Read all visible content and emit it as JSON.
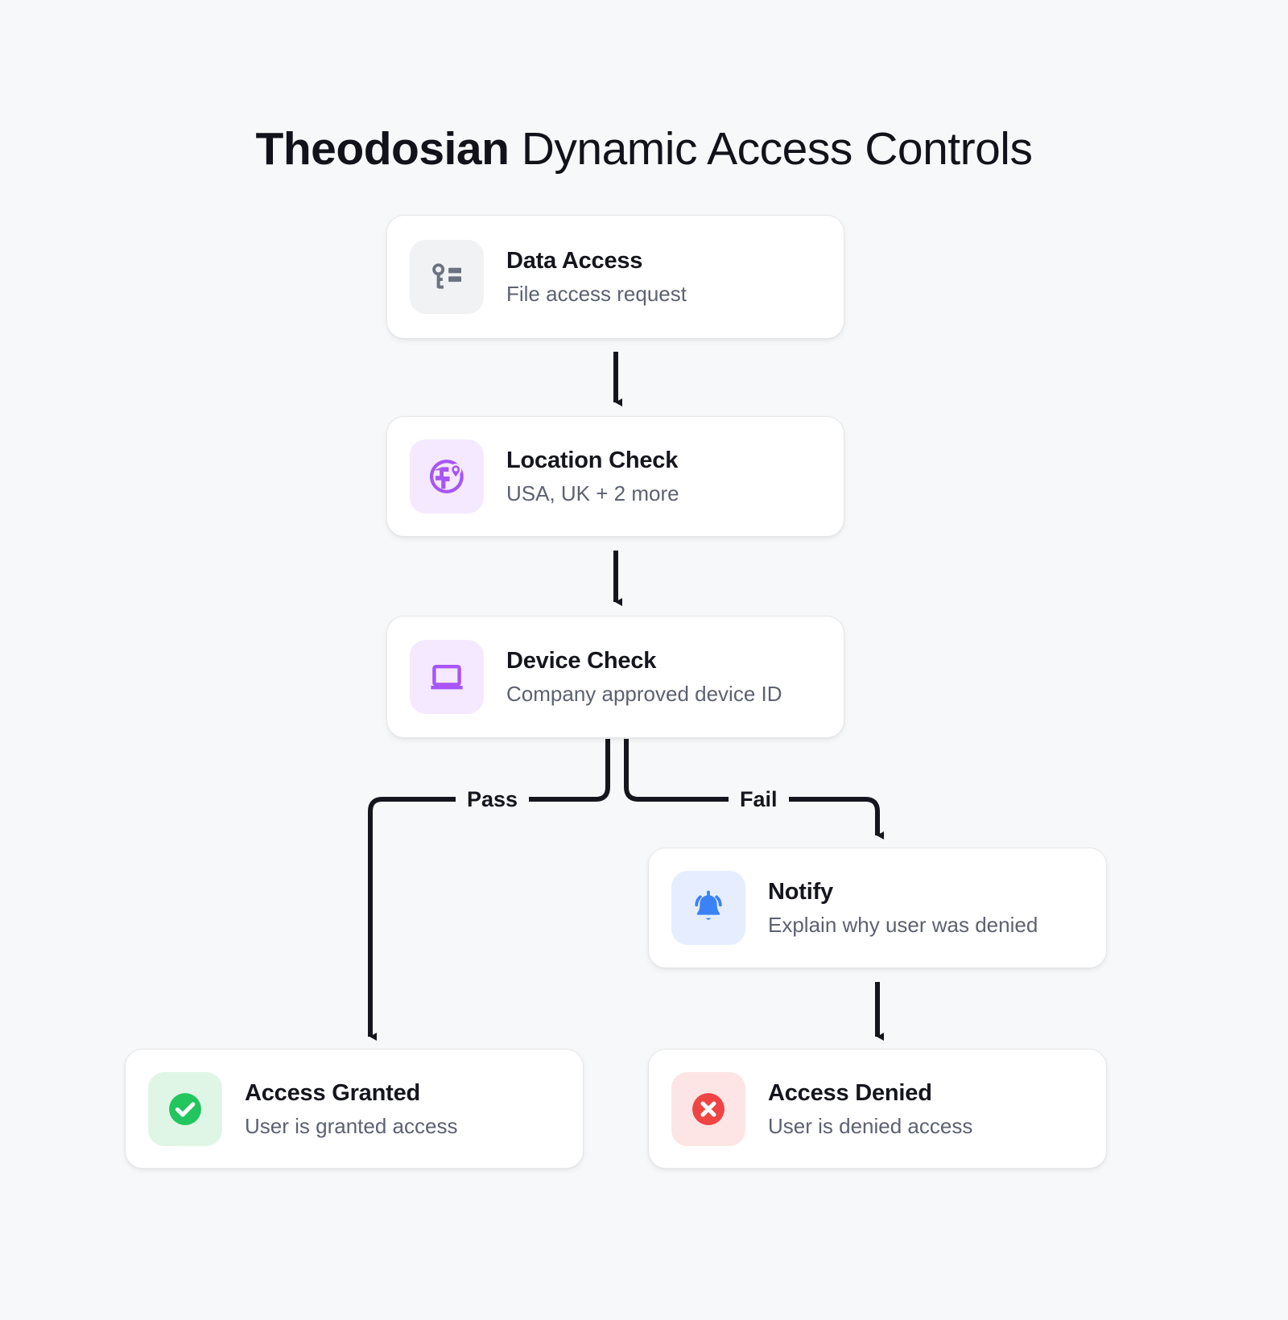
{
  "title": {
    "brand": "Theodosian",
    "rest": " Dynamic Access Controls"
  },
  "colors": {
    "background": "#f7f8f9",
    "card": "#ffffff",
    "card_border": "#e6e7ea",
    "text_primary": "#15161d",
    "text_secondary": "#5d6270",
    "connector": "#15161d",
    "purple": "#a855f7",
    "purple_bg": "#f4e9ff",
    "gray_icon": "#6b7280",
    "gray_bg": "#f1f2f4",
    "blue": "#3b82f6",
    "blue_bg": "#e5edfe",
    "green": "#22c55e",
    "green_bg": "#dff6e7",
    "red": "#ef4444",
    "red_bg": "#fde5e5"
  },
  "nodes": {
    "data_access": {
      "title": "Data Access",
      "subtitle": "File access request",
      "icon": "key-list-icon"
    },
    "location_check": {
      "title": "Location Check",
      "subtitle": "USA, UK + 2 more",
      "icon": "globe-pin-icon"
    },
    "device_check": {
      "title": "Device Check",
      "subtitle": "Company approved device ID",
      "icon": "laptop-icon"
    },
    "notify": {
      "title": "Notify",
      "subtitle": "Explain why user was denied",
      "icon": "bell-ringing-icon"
    },
    "access_granted": {
      "title": "Access Granted",
      "subtitle": "User is granted access",
      "icon": "check-circle-icon"
    },
    "access_denied": {
      "title": "Access Denied",
      "subtitle": "User is denied access",
      "icon": "x-circle-icon"
    }
  },
  "edges": {
    "pass_label": "Pass",
    "fail_label": "Fail"
  }
}
